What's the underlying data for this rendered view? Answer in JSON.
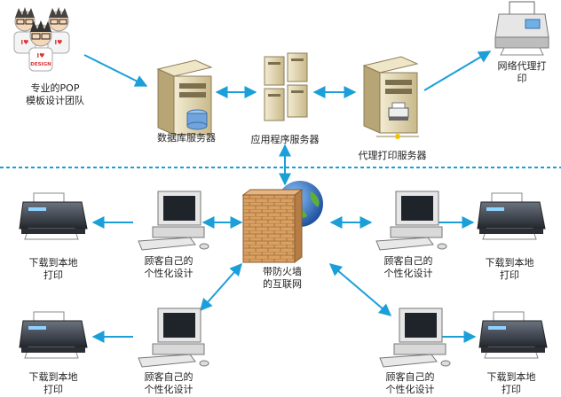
{
  "colors": {
    "arrow": "#1b9fd9",
    "divider": "#1b9fd9",
    "server_body": "#dcd0a8",
    "server_dark": "#a9976a",
    "printer_body": "#3a3f47",
    "monitor_body": "#e6e6e6",
    "firewall_brick": "#d9a061",
    "globe_blue": "#2d64b8",
    "globe_green": "#5fae3a"
  },
  "top": {
    "design_team": {
      "line1": "专业的POP",
      "line2": "模板设计团队",
      "icon": "design-team-icon"
    },
    "database_server": {
      "label": "数据库服务器",
      "icon": "database-server-icon"
    },
    "app_server": {
      "label": "应用程序服务器",
      "icon": "app-server-cluster-icon"
    },
    "proxy_print_server": {
      "label": "代理打印服务器",
      "icon": "print-server-icon"
    },
    "network_print": {
      "line1": "网络代理打",
      "line2": "印",
      "icon": "printer-icon"
    }
  },
  "center": {
    "internet": {
      "line1": "带防火墙",
      "line2": "的互联网",
      "icon": "firewall-globe-icon"
    }
  },
  "customers": [
    {
      "pc_line1": "顾客自己的",
      "pc_line2": "个性化设计",
      "print_line1": "下载到本地",
      "print_line2": "打印"
    },
    {
      "pc_line1": "顾客自己的",
      "pc_line2": "个性化设计",
      "print_line1": "下载到本地",
      "print_line2": "打印"
    },
    {
      "pc_line1": "顾客自己的",
      "pc_line2": "个性化设计",
      "print_line1": "下载到本地",
      "print_line2": "打印"
    },
    {
      "pc_line1": "顾客自己的",
      "pc_line2": "个性化设计",
      "print_line1": "下载到本地",
      "print_line2": "打印"
    }
  ]
}
